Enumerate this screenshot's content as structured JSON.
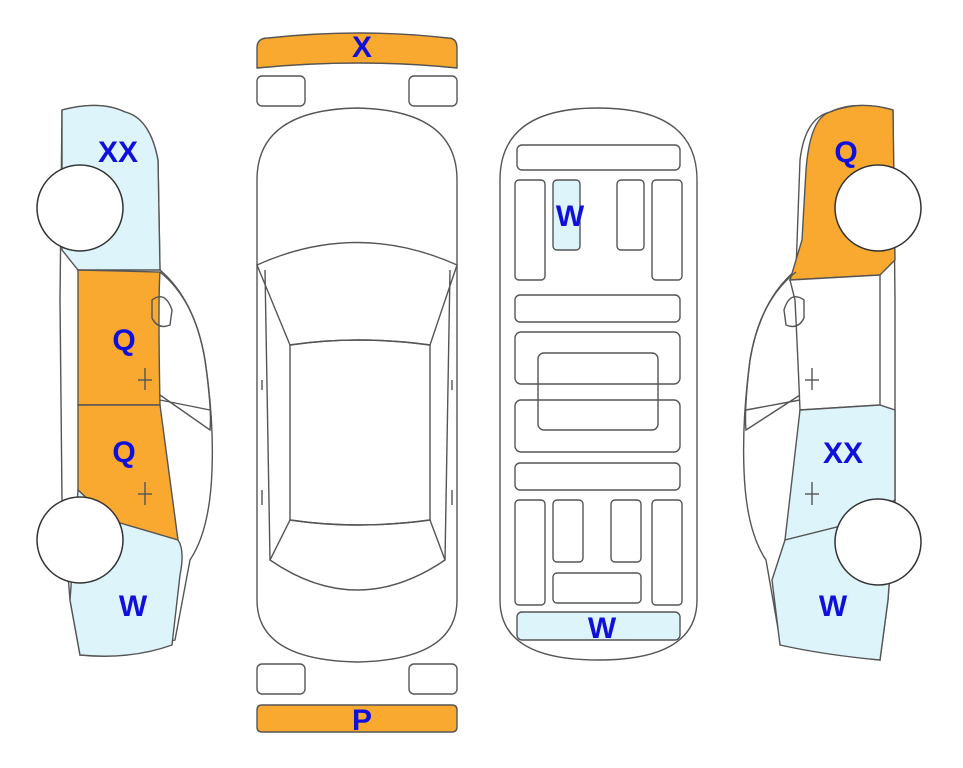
{
  "colors": {
    "orange": "#f9a830",
    "light_blue": "#ddf4fa",
    "label_blue": "#1010dd",
    "white": "#ffffff"
  },
  "views": {
    "left_side": {
      "rear_upper": "XX",
      "rear_door": "Q",
      "front_door": "Q",
      "front_lower": "W"
    },
    "top": {
      "front_bumper": "X",
      "rear_bumper": "P"
    },
    "underbody": {
      "front_panel": "W",
      "rear_panel": "W"
    },
    "right_side": {
      "rear_upper": "Q",
      "front_door": "XX",
      "front_lower": "W"
    }
  }
}
